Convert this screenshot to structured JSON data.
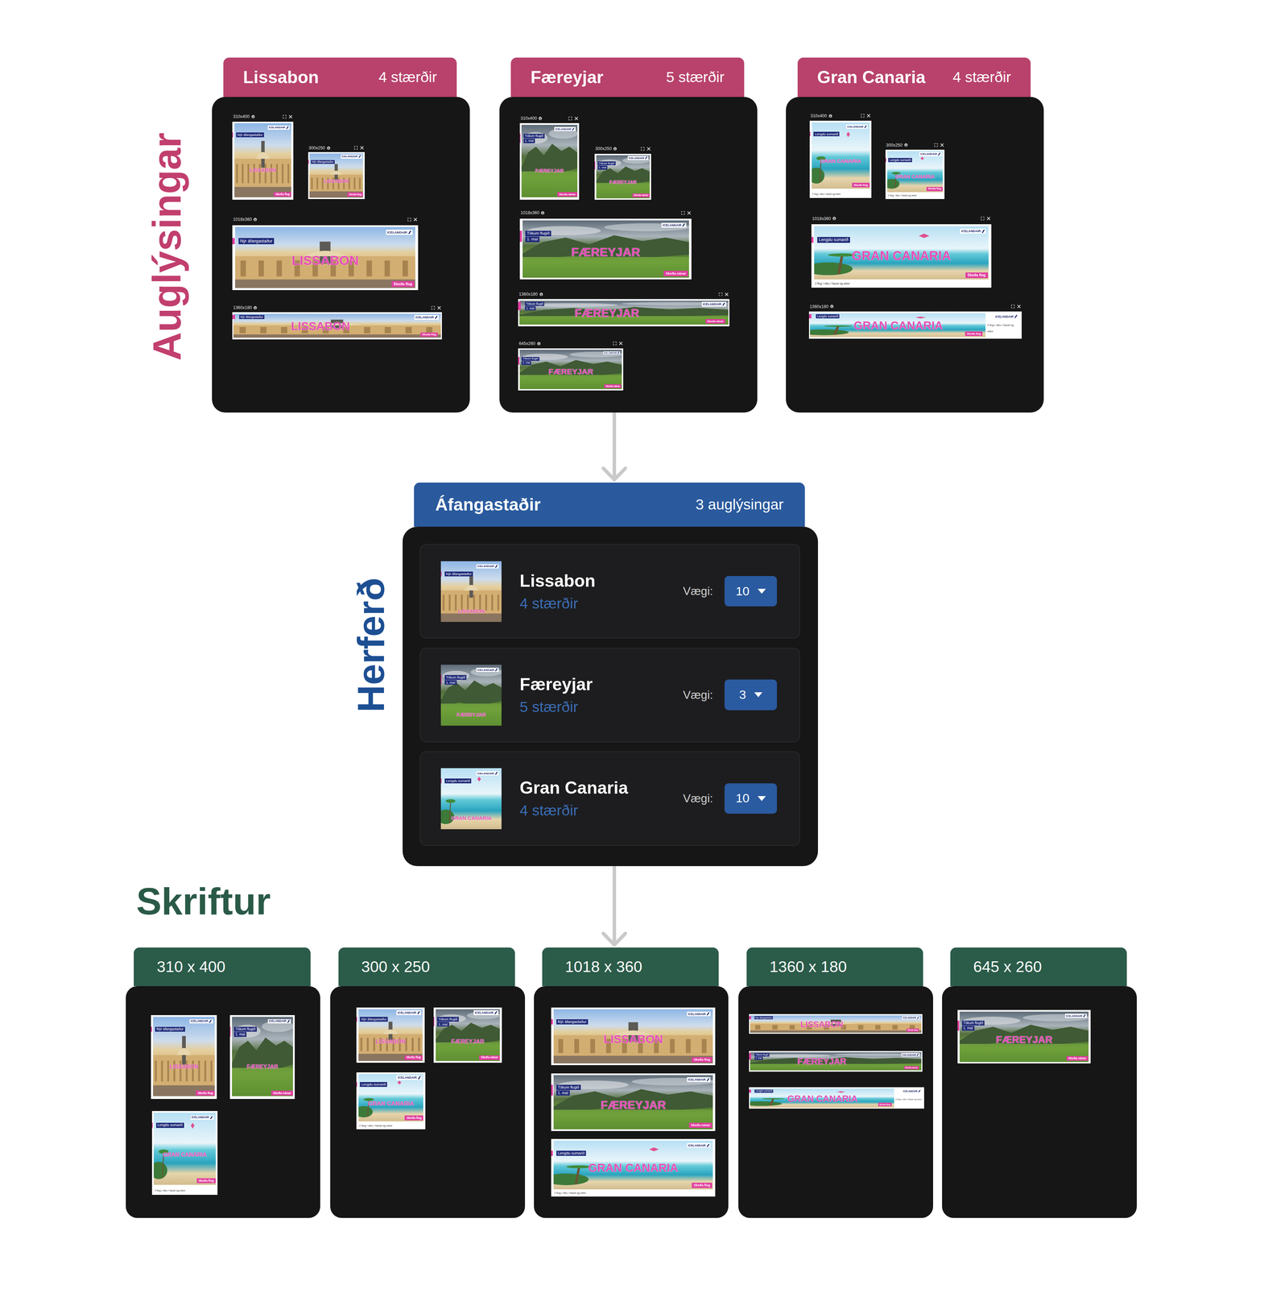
{
  "diagram": {
    "nodes": [
      {
        "text": [
          "Lissabon",
          "4 stærðir"
        ]
      },
      {
        "text": [
          "310x400",
          "ICELANDAIR",
          "Nýr áfangastaður",
          "LISSABON",
          "Skoða flug"
        ],
        "in": 0
      },
      {
        "text": [
          "300x250",
          "ICELANDAIR",
          "Nýr áfangastaður",
          "LISSABON",
          "Skoða flug"
        ],
        "in": 0
      },
      {
        "text": [
          "1018x360",
          "ICELANDAIR",
          "Nýr áfangastaður",
          "LISSABON",
          "Skoða flug"
        ],
        "in": 0
      },
      {
        "text": [
          "1360x180",
          "ICELANDAIR",
          "Nýr áfangastaður",
          "LISSABON",
          "Skoða flug"
        ],
        "in": 0
      },
      {
        "text": [
          "Færeyjar",
          "5 stærðir"
        ]
      },
      {
        "text": [
          "310x400",
          "ICELANDAIR",
          "Tökum flugið",
          "1. maí",
          "FÆREYJAR",
          "Skoða nánar"
        ],
        "in": 5
      },
      {
        "text": [
          "300x250",
          "ICELANDAIR",
          "Tökum flugið",
          "1. maí",
          "FÆREYJAR",
          "Skoða nánar"
        ],
        "in": 5
      },
      {
        "text": [
          "1018x360",
          "ICELANDAIR",
          "Tökum flugið",
          "1. maí",
          "FÆREYJAR",
          "Skoða nánar"
        ],
        "in": 5
      },
      {
        "text": [
          "1360x180",
          "ICELANDAIR",
          "Tökum flugið",
          "1. maí",
          "FÆREYJAR",
          "Skoða nánar"
        ],
        "in": 5
      },
      {
        "text": [
          "645x260",
          "ICELANDAIR",
          "Tökum flugið",
          "1. maí",
          "FÆREYJAR",
          "Skoða nánar"
        ],
        "in": 5
      },
      {
        "text": [
          "Gran Canaria",
          "4 stærðir"
        ]
      },
      {
        "text": [
          "310x400",
          "ICELANDAIR",
          "Lengdu sumarið",
          "GRAN CANARIA",
          "Skoða flug",
          "2 flug í viku í haust og vetur"
        ],
        "in": 11
      },
      {
        "text": [
          "300x250",
          "ICELANDAIR",
          "Lengdu sumarið",
          "GRAN CANARIA",
          "Skoða flug",
          "2 flug í viku í haust og vetur"
        ],
        "in": 11
      },
      {
        "text": [
          "1018x360",
          "ICELANDAIR",
          "Lengdu sumarið",
          "GRAN CANARIA",
          "Skoða flug",
          "2 flug í viku í haust og vetur"
        ],
        "in": 11
      },
      {
        "text": [
          "1360x180",
          "ICELANDAIR",
          "Lengdu sumarið",
          "GRAN CANARIA",
          "Skoða flug",
          "2 flug í viku í haust og vetur"
        ],
        "in": 11
      },
      {
        "text": [
          "Áfangastaðir",
          "3 auglýsingar"
        ]
      },
      {
        "text": [
          "Lissabon",
          "4 stærðir",
          "Vægi:",
          "10"
        ],
        "in": 16
      },
      {
        "text": [
          "ICELANDAIR",
          "Nýr áfangastaður",
          "LISSABON"
        ],
        "in": 17
      },
      {
        "text": [
          "Færeyjar",
          "5 stærðir",
          "Vægi:",
          "3"
        ],
        "in": 16
      },
      {
        "text": [
          "ICELANDAIR",
          "Tökum flugið",
          "1. maí",
          "FÆREYJAR"
        ],
        "in": 19
      },
      {
        "text": [
          "Gran Canaria",
          "4 stærðir",
          "Vægi:",
          "10"
        ],
        "in": 16
      },
      {
        "text": [
          "ICELANDAIR",
          "Lengdu sumarið",
          "GRAN CANARIA"
        ],
        "in": 21
      },
      {
        "text": [
          "310 x 400"
        ]
      },
      {
        "text": [
          "ICELANDAIR",
          "Nýr áfangastaður",
          "LISSABON",
          "Skoða flug"
        ],
        "in": 23
      },
      {
        "text": [
          "ICELANDAIR",
          "Tökum flugið",
          "1. maí",
          "FÆREYJAR",
          "Skoða nánar"
        ],
        "in": 23
      },
      {
        "text": [
          "ICELANDAIR",
          "Lengdu sumarið",
          "GRAN CANARIA",
          "Skoða flug",
          "2 flug í viku í haust og vetur"
        ],
        "in": 23
      },
      {
        "text": [
          "300 x 250"
        ]
      },
      {
        "text": [
          "ICELANDAIR",
          "Nýr áfangastaður",
          "LISSABON",
          "Skoða flug"
        ],
        "in": 27
      },
      {
        "text": [
          "ICELANDAIR",
          "Tökum flugið",
          "1. maí",
          "FÆREYJAR",
          "Skoða nánar"
        ],
        "in": 27
      },
      {
        "text": [
          "ICELANDAIR",
          "Lengdu sumarið",
          "GRAN CANARIA",
          "Skoða flug",
          "2 flug í viku í haust og vetur"
        ],
        "in": 27
      },
      {
        "text": [
          "1018 x 360"
        ]
      },
      {
        "text": [
          "ICELANDAIR",
          "Nýr áfangastaður",
          "LISSABON",
          "Skoða flug"
        ],
        "in": 31
      },
      {
        "text": [
          "ICELANDAIR",
          "Tökum flugið",
          "1. maí",
          "FÆREYJAR",
          "Skoða nánar"
        ],
        "in": 31
      },
      {
        "text": [
          "ICELANDAIR",
          "Lengdu sumarið",
          "GRAN CANARIA",
          "Skoða flug",
          "2 flug í viku í haust og vetur"
        ],
        "in": 31
      },
      {
        "text": [
          "1360 x 180"
        ]
      },
      {
        "text": [
          "ICELANDAIR",
          "Nýr áfangastaður",
          "LISSABON",
          "Skoða flug"
        ],
        "in": 35
      },
      {
        "text": [
          "ICELANDAIR",
          "Tökum flugið",
          "1. maí",
          "FÆREYJAR",
          "Skoða nánar"
        ],
        "in": 35
      },
      {
        "text": [
          "ICELANDAIR",
          "Lengdu sumarið",
          "GRAN CANARIA",
          "Skoða flug",
          "2 flug í viku í haust og vetur"
        ],
        "in": 35
      },
      {
        "text": [
          "645 x 260"
        ]
      },
      {
        "text": [
          "ICELANDAIR",
          "Tökum flugið",
          "1. maí",
          "FÆREYJAR",
          "Skoða nánar"
        ],
        "in": 39
      }
    ],
    "edges": [
      {
        "from": 5,
        "to": 16,
        "arrow": "to"
      },
      {
        "from": 16,
        "to": 31,
        "arrow": "to"
      }
    ],
    "labels": [
      "Auglýsingar",
      "Herferð",
      "Skriftur"
    ]
  }
}
